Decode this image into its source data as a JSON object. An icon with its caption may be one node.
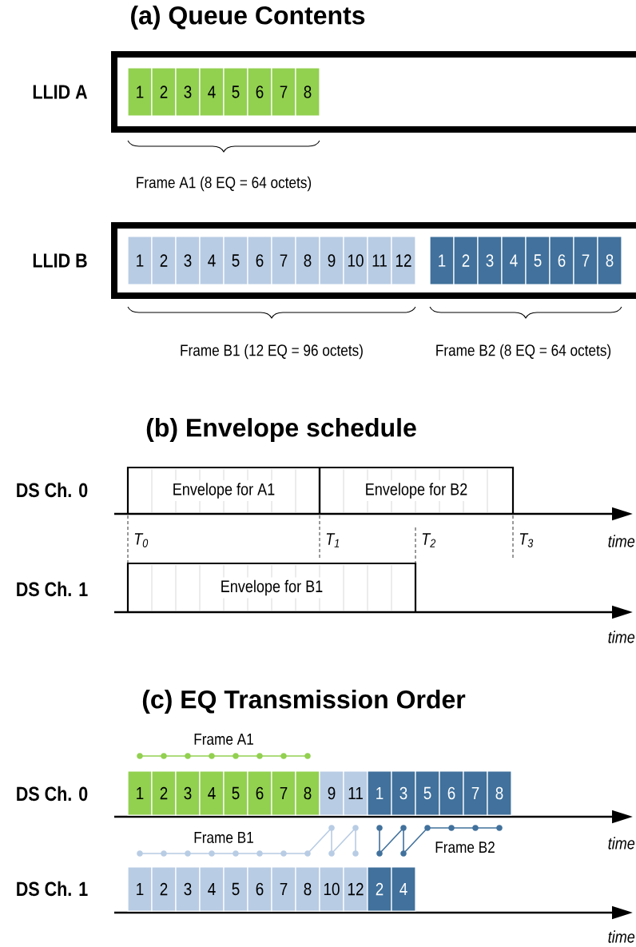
{
  "diagram": {
    "nodes": [
      {
        "text": [
          "LLID A"
        ]
      },
      {
        "text": [
          "1"
        ],
        "in": 0
      },
      {
        "text": [
          "2"
        ],
        "in": 0
      },
      {
        "text": [
          "3"
        ],
        "in": 0
      },
      {
        "text": [
          "4"
        ],
        "in": 0
      },
      {
        "text": [
          "5"
        ],
        "in": 0
      },
      {
        "text": [
          "6"
        ],
        "in": 0
      },
      {
        "text": [
          "7"
        ],
        "in": 0
      },
      {
        "text": [
          "8"
        ],
        "in": 0
      },
      {
        "text": [
          "LLID B"
        ]
      },
      {
        "text": [
          "1"
        ],
        "in": 9
      },
      {
        "text": [
          "2"
        ],
        "in": 9
      },
      {
        "text": [
          "3"
        ],
        "in": 9
      },
      {
        "text": [
          "4"
        ],
        "in": 9
      },
      {
        "text": [
          "5"
        ],
        "in": 9
      },
      {
        "text": [
          "6"
        ],
        "in": 9
      },
      {
        "text": [
          "7"
        ],
        "in": 9
      },
      {
        "text": [
          "8"
        ],
        "in": 9
      },
      {
        "text": [
          "9"
        ],
        "in": 9
      },
      {
        "text": [
          "10"
        ],
        "in": 9
      },
      {
        "text": [
          "11"
        ],
        "in": 9
      },
      {
        "text": [
          "12"
        ],
        "in": 9
      },
      {
        "text": [
          "1"
        ],
        "in": 9
      },
      {
        "text": [
          "2"
        ],
        "in": 9
      },
      {
        "text": [
          "3"
        ],
        "in": 9
      },
      {
        "text": [
          "4"
        ],
        "in": 9
      },
      {
        "text": [
          "5"
        ],
        "in": 9
      },
      {
        "text": [
          "6"
        ],
        "in": 9
      },
      {
        "text": [
          "7"
        ],
        "in": 9
      },
      {
        "text": [
          "8"
        ],
        "in": 9
      },
      {
        "text": [
          "Envelope for A1"
        ]
      },
      {
        "text": [
          "Envelope for B2"
        ]
      },
      {
        "text": [
          "Envelope for B1"
        ]
      },
      {
        "text": [
          "1"
        ]
      },
      {
        "text": [
          "2"
        ]
      },
      {
        "text": [
          "3"
        ]
      },
      {
        "text": [
          "4"
        ]
      },
      {
        "text": [
          "5"
        ]
      },
      {
        "text": [
          "6"
        ]
      },
      {
        "text": [
          "7"
        ]
      },
      {
        "text": [
          "8"
        ]
      },
      {
        "text": [
          "9"
        ]
      },
      {
        "text": [
          "11"
        ]
      },
      {
        "text": [
          "1"
        ]
      },
      {
        "text": [
          "3"
        ]
      },
      {
        "text": [
          "5"
        ]
      },
      {
        "text": [
          "6"
        ]
      },
      {
        "text": [
          "7"
        ]
      },
      {
        "text": [
          "8"
        ]
      },
      {
        "text": [
          "1"
        ]
      },
      {
        "text": [
          "2"
        ]
      },
      {
        "text": [
          "3"
        ]
      },
      {
        "text": [
          "4"
        ]
      },
      {
        "text": [
          "5"
        ]
      },
      {
        "text": [
          "6"
        ]
      },
      {
        "text": [
          "7"
        ]
      },
      {
        "text": [
          "8"
        ]
      },
      {
        "text": [
          "10"
        ]
      },
      {
        "text": [
          "12"
        ]
      },
      {
        "text": [
          "2"
        ]
      },
      {
        "text": [
          "4"
        ]
      }
    ],
    "labels": [
      "(a) Queue Contents",
      "Frame A1 (8 EQ = 64 octets)",
      "Frame B1 (12 EQ = 96 octets)",
      "Frame B2 (8 EQ = 64 octets)",
      "(b) Envelope schedule",
      "DS Ch. 0",
      "T$_{0}$",
      "T$_{1}$",
      "T$_{2}$",
      "T$_{3}$",
      "time",
      "DS Ch. 1",
      "time",
      "(c) EQ Transmission Order",
      "Frame A1",
      "DS Ch. 0",
      "Frame B1",
      "Frame B2",
      "time",
      "DS Ch. 1",
      "time"
    ]
  }
}
